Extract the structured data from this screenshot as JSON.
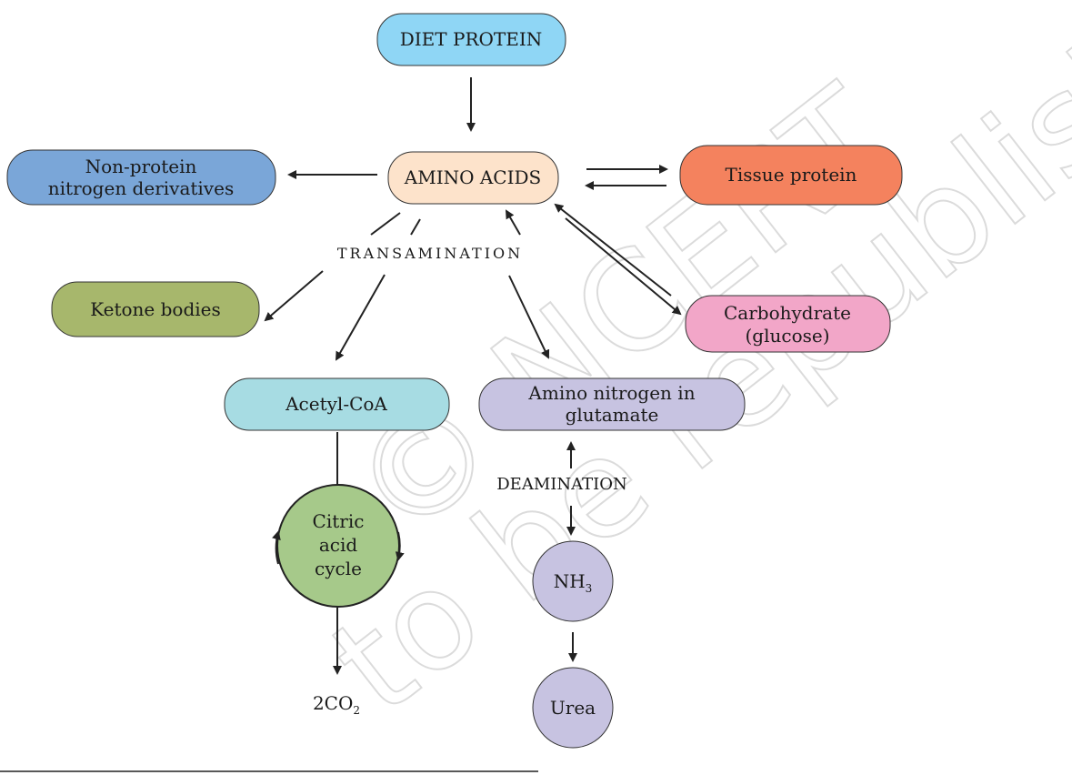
{
  "nodes": {
    "diet_protein": "DIET PROTEIN",
    "amino_acids": "AMINO ACIDS",
    "non_protein_1": "Non-protein",
    "non_protein_2": "nitrogen derivatives",
    "tissue_protein": "Tissue protein",
    "ketone_bodies": "Ketone bodies",
    "carbohydrate_1": "Carbohydrate",
    "carbohydrate_2": "(glucose)",
    "acetyl_coa": "Acetyl-CoA",
    "amino_nitrogen_1": "Amino nitrogen in",
    "amino_nitrogen_2": "glutamate",
    "citric_1": "Citric",
    "citric_2": "acid",
    "citric_3": "cycle",
    "nh3_base": "NH",
    "nh3_sub": "3",
    "urea": "Urea",
    "co2_base": "2CO",
    "co2_sub": "2"
  },
  "labels": {
    "transamination": "TRANSAMINATION",
    "deamination": "DEAMINATION"
  },
  "watermark": {
    "line1": "© NCERT",
    "line2": "to be republished"
  },
  "colors": {
    "diet_protein": "#8fd6f5",
    "amino_acids": "#fde3cb",
    "non_protein": "#7aa6d8",
    "tissue_protein": "#f4825e",
    "ketone_bodies": "#a7b76c",
    "carbohydrate": "#f2a6c8",
    "acetyl_coa": "#a7dce3",
    "amino_nitrogen": "#c7c3e1",
    "citric_cycle": "#a6c98a",
    "nh3": "#c7c3e1",
    "urea": "#c7c3e1"
  }
}
